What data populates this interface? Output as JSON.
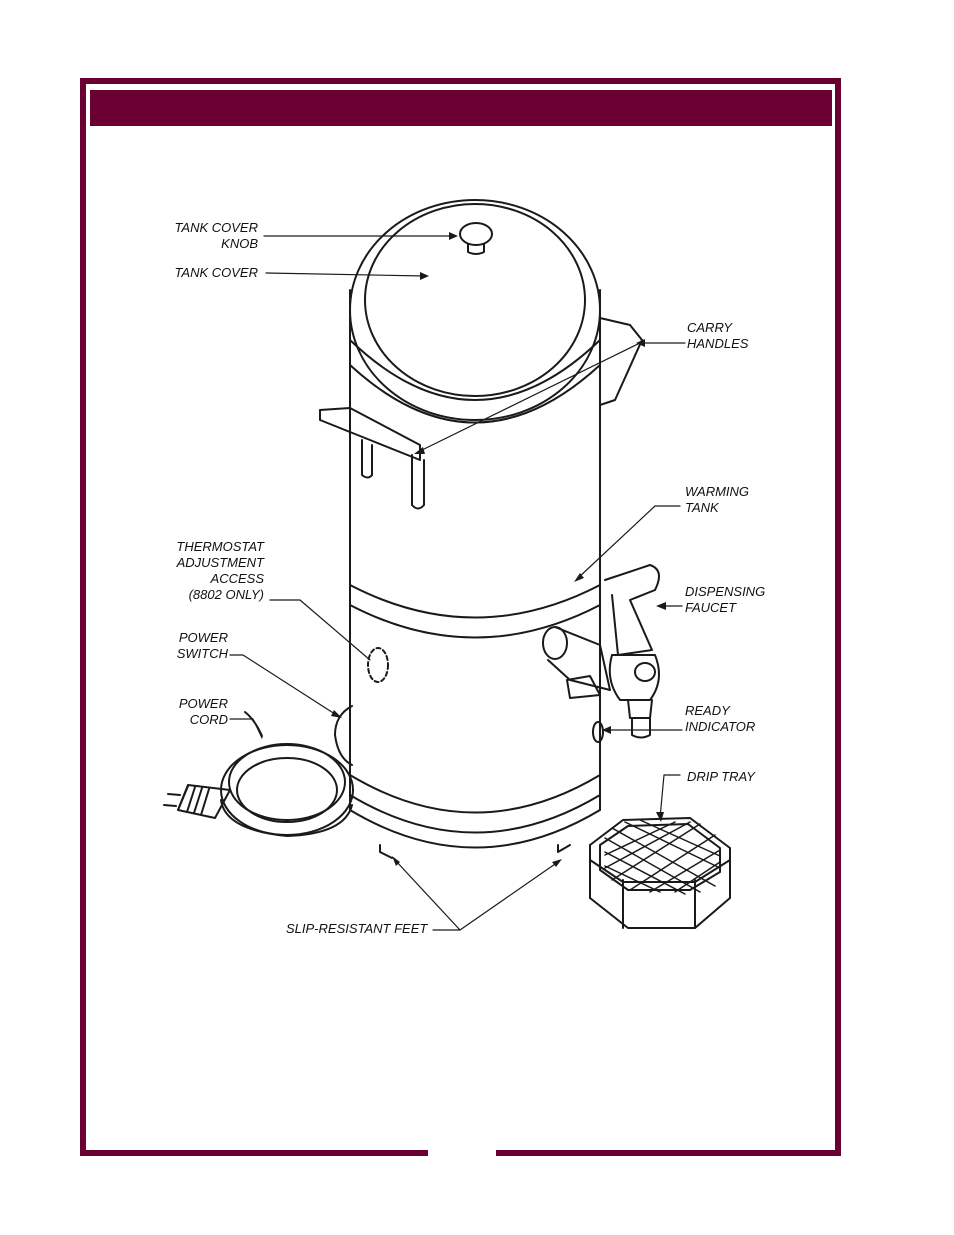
{
  "colors": {
    "frame": "#6b0032",
    "line": "#1a1a1a"
  },
  "labels": {
    "tank_cover_knob": [
      "TANK COVER",
      "KNOB"
    ],
    "tank_cover": [
      "TANK COVER"
    ],
    "carry_handles": [
      "CARRY",
      "HANDLES"
    ],
    "warming_tank": [
      "WARMING",
      "TANK"
    ],
    "thermostat": [
      "THERMOSTAT",
      "ADJUSTMENT",
      "ACCESS",
      "(8802 ONLY)"
    ],
    "dispensing_faucet": [
      "DISPENSING",
      "FAUCET"
    ],
    "power_switch": [
      "POWER",
      "SWITCH"
    ],
    "ready_indicator": [
      "READY",
      "INDICATOR"
    ],
    "power_cord": [
      "POWER",
      "CORD"
    ],
    "drip_tray": [
      "DRIP TRAY"
    ],
    "slip_resistant_feet": [
      "SLIP-RESISTANT FEET"
    ]
  }
}
